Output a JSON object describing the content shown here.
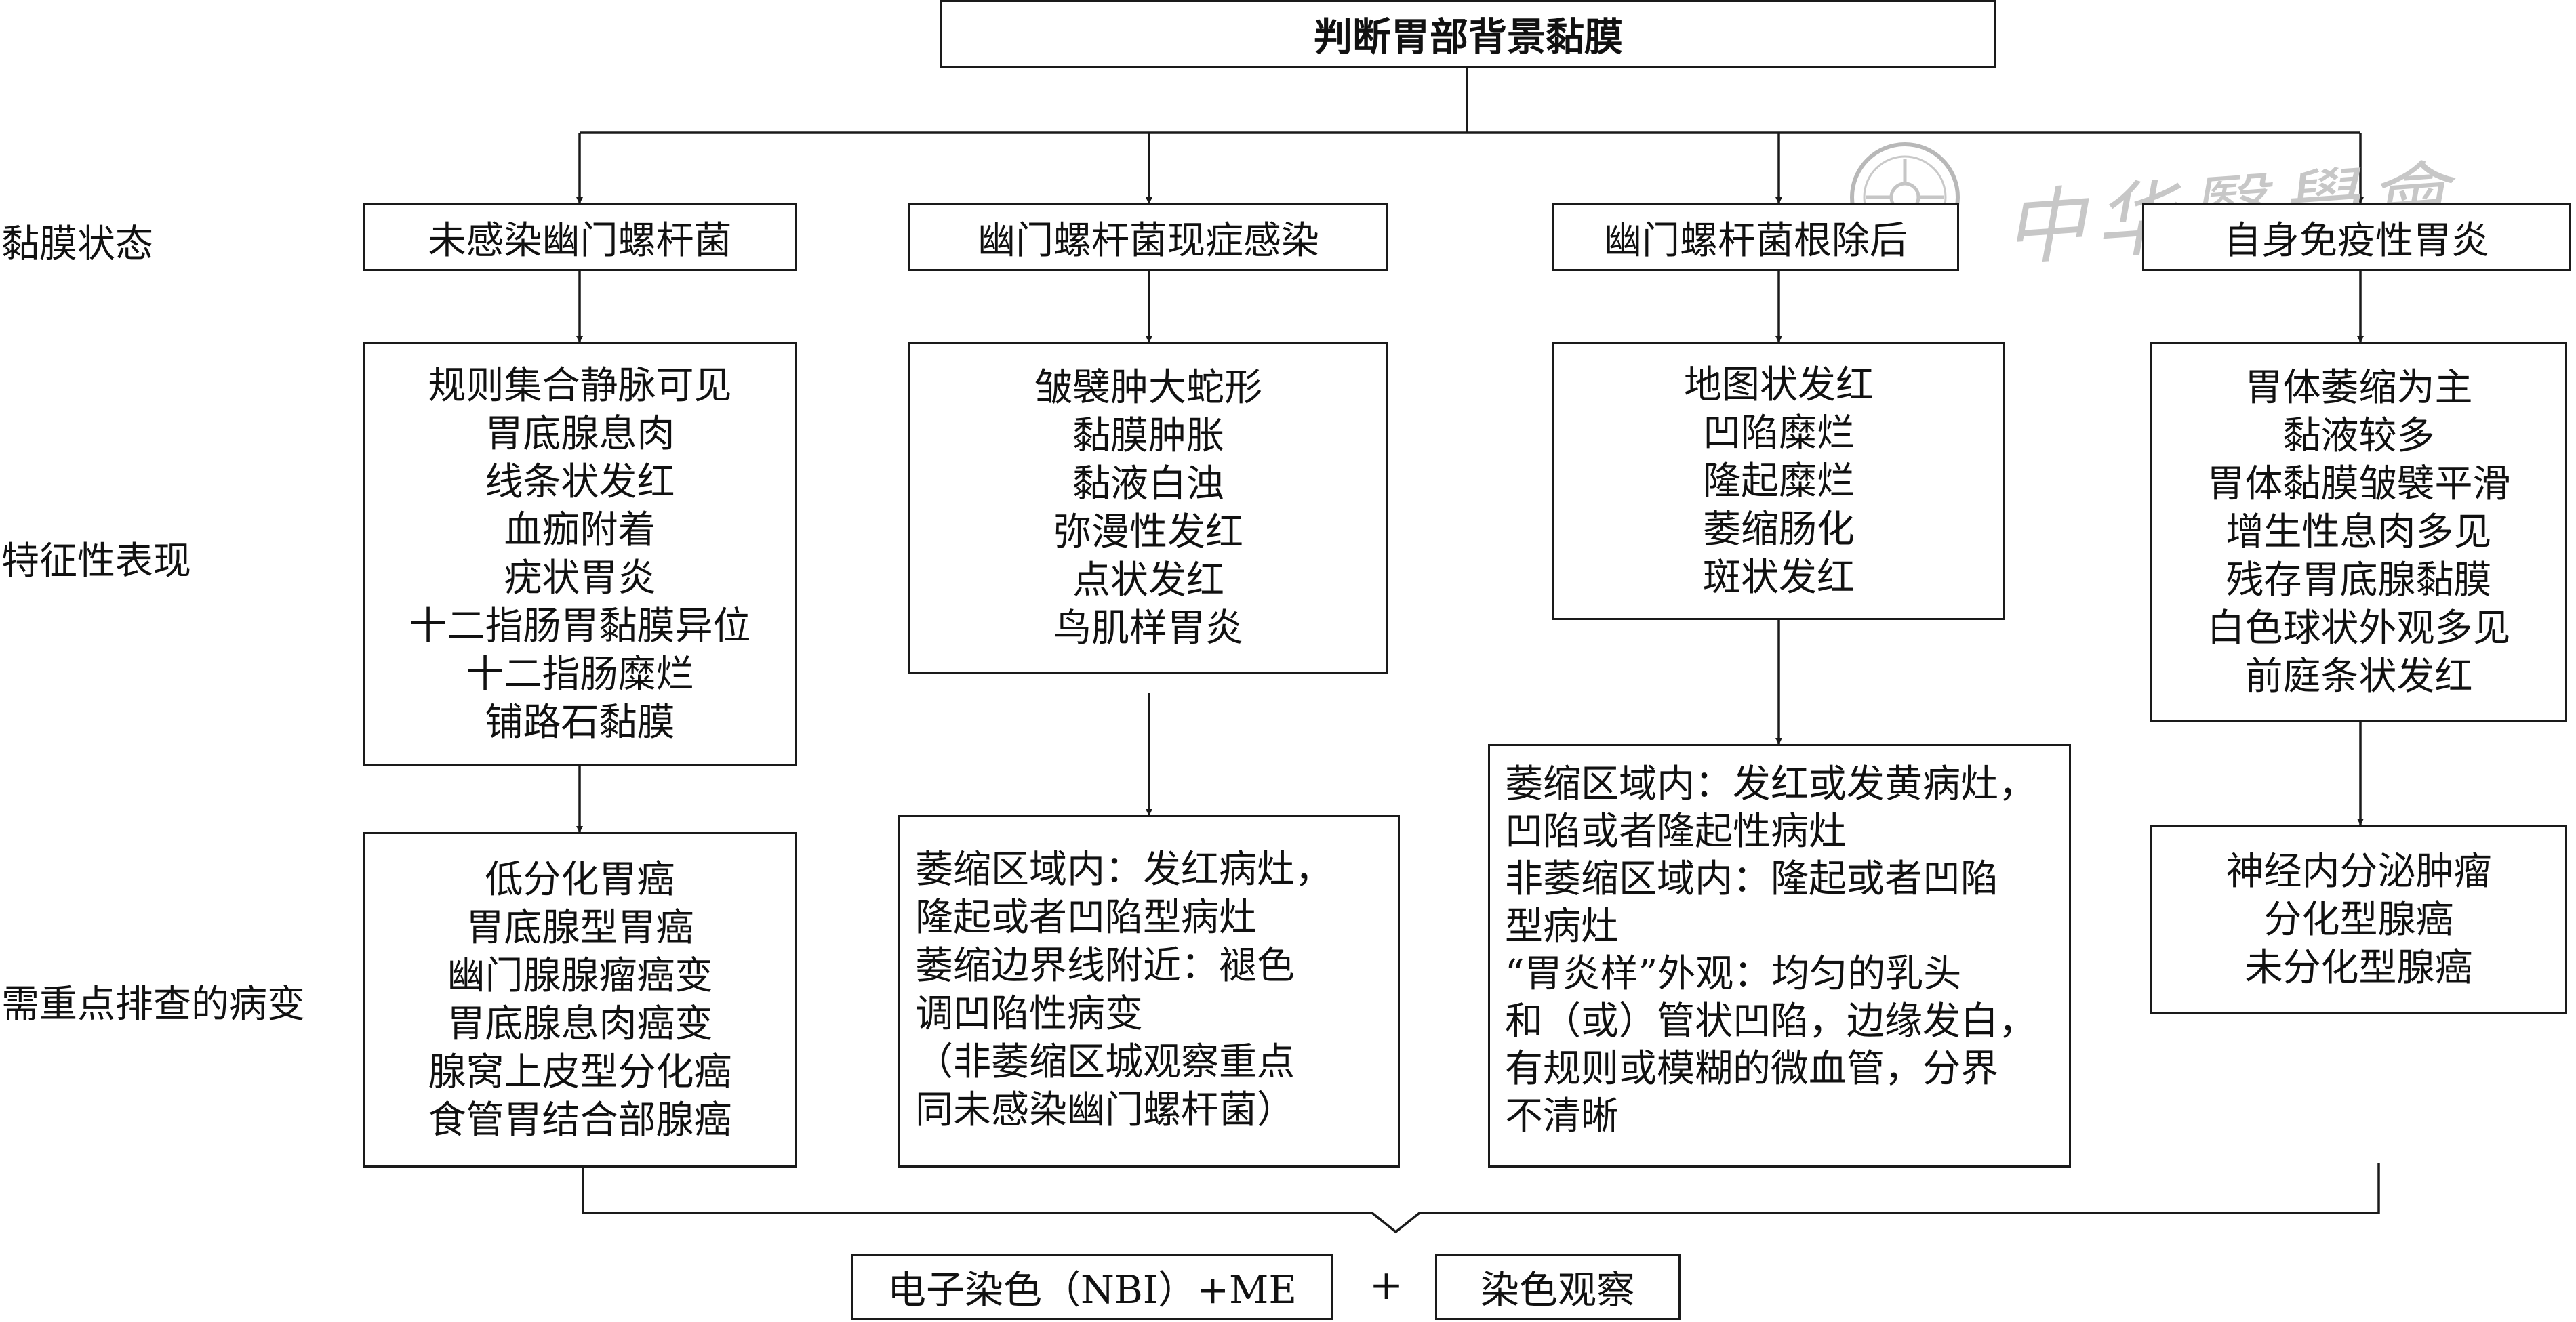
{
  "root": {
    "label": "判断胃部背景黏膜"
  },
  "row_labels": {
    "state": "黏膜状态",
    "features": "特征性表现",
    "lesions": "需重点排查的病变"
  },
  "columns": [
    {
      "state": "未感染幽门螺杆菌",
      "features": [
        "规则集合静脉可见",
        "胃底腺息肉",
        "线条状发红",
        "血痂附着",
        "疣状胃炎",
        "十二指肠胃黏膜异位",
        "十二指肠糜烂",
        "铺路石黏膜"
      ],
      "lesions": [
        "低分化胃癌",
        "胃底腺型胃癌",
        "幽门腺腺瘤癌变",
        "胃底腺息肉癌变",
        "腺窝上皮型分化癌",
        "食管胃结合部腺癌"
      ]
    },
    {
      "state": "幽门螺杆菌现症感染",
      "features": [
        "皱襞肿大蛇形",
        "黏膜肿胀",
        "黏液白浊",
        "弥漫性发红",
        "点状发红",
        "鸟肌样胃炎"
      ],
      "lesions": [
        "萎缩区域内：发红病灶，",
        "隆起或者凹陷型病灶",
        "萎缩边界线附近：褪色",
        "调凹陷性病变",
        "（非萎缩区城观察重点",
        "同未感染幽门螺杆菌）"
      ]
    },
    {
      "state": "幽门螺杆菌根除后",
      "features": [
        "地图状发红",
        "凹陷糜烂",
        "隆起糜烂",
        "萎缩肠化",
        "斑状发红"
      ],
      "lesions": [
        "萎缩区域内：发红或发黄病灶，",
        "凹陷或者隆起性病灶",
        "非萎缩区域内：隆起或者凹陷",
        "型病灶",
        "“胃炎样”外观：均匀的乳头",
        "和（或）管状凹陷，边缘发白，",
        "有规则或模糊的微血管，分界",
        "不清晰"
      ]
    },
    {
      "state": "自身免疫性胃炎",
      "features": [
        "胃体萎缩为主",
        "黏液较多",
        "胃体黏膜皱襞平滑",
        "增生性息肉多见",
        "残存胃底腺黏膜",
        "白色球状外观多见",
        "前庭条状发红"
      ],
      "lesions": [
        "神经内分泌肿瘤",
        "分化型腺癌",
        "未分化型腺癌"
      ]
    }
  ],
  "bottom": {
    "left": "电子染色（NBI）+ME",
    "plus": "+",
    "right": "染色观察"
  },
  "watermark": {
    "text": "中华醫學會"
  }
}
